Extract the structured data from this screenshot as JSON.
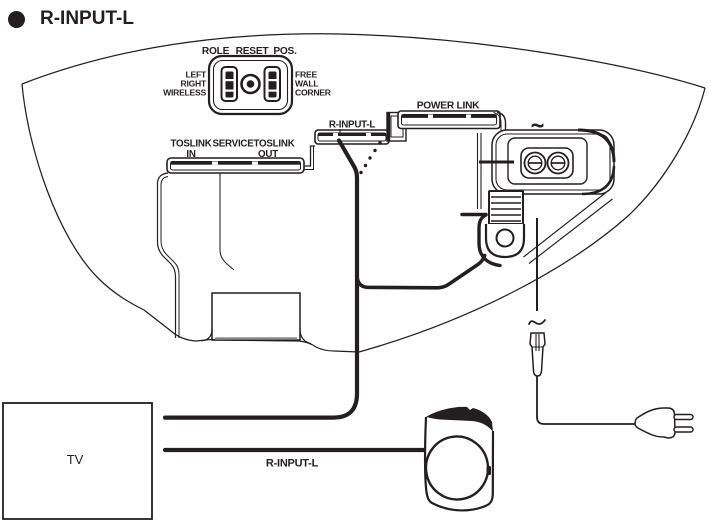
{
  "colors": {
    "ink": "#231f20",
    "background": "#ffffff",
    "recess_shadow": "#8a8a8a"
  },
  "header": {
    "bullet_icon": "filled-circle",
    "title": "R-INPUT-L"
  },
  "control_panel": {
    "role_label": "ROLE",
    "reset_label": "RESET",
    "pos_label": "POS.",
    "role_options": [
      "LEFT",
      "RIGHT",
      "WIRELESS"
    ],
    "pos_options": [
      "FREE",
      "WALL",
      "CORNER"
    ]
  },
  "ports": {
    "toslink_label_1": "TOSLINK",
    "toslink_in": "IN",
    "service_label": "SERVICE",
    "toslink_label_2": "TOSLINK",
    "toslink_out": "OUT",
    "r_input_l_label": "R-INPUT-L",
    "power_link_label": "POWER LINK",
    "ac_symbol": "~"
  },
  "bottom": {
    "tv_label": "TV",
    "cable_label": "R-INPUT-L"
  }
}
